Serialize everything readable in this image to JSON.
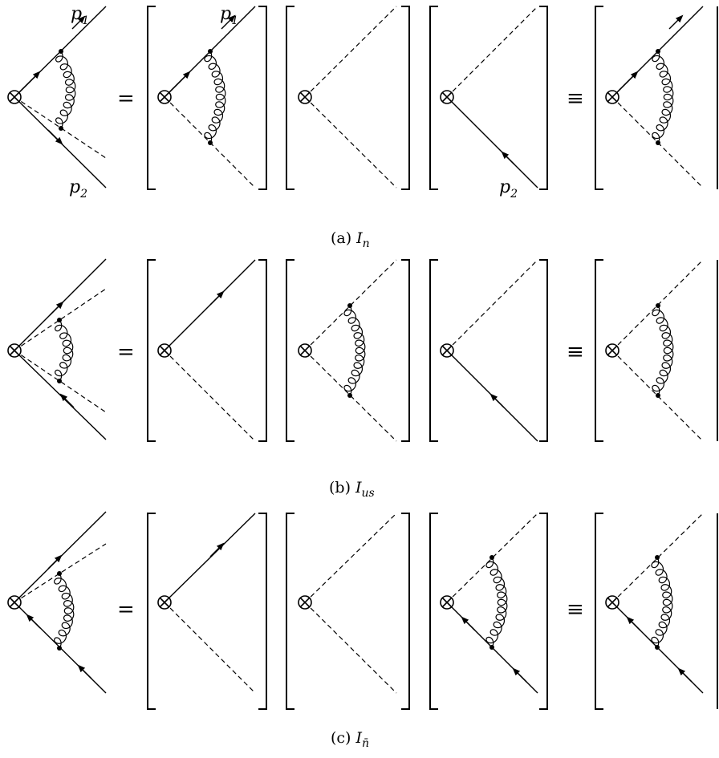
{
  "figure": {
    "rows": [
      {
        "caption_prefix": "(a)",
        "caption_symbol": "I",
        "caption_subscript": "n",
        "operators": [
          "=",
          "≡"
        ],
        "labels": {
          "p1_main": "p",
          "p1_main_sub": "1",
          "p2_main": "p",
          "p2_main_sub": "2",
          "p1_box": "p",
          "p1_box_sub": "1",
          "p2_box": "p",
          "p2_box_sub": "2"
        }
      },
      {
        "caption_prefix": "(b)",
        "caption_symbol": "I",
        "caption_subscript": "us",
        "operators": [
          "=",
          "≡"
        ]
      },
      {
        "caption_prefix": "(c)",
        "caption_symbol": "I",
        "caption_subscript": "n̄",
        "operators": [
          "=",
          "≡"
        ]
      }
    ]
  }
}
